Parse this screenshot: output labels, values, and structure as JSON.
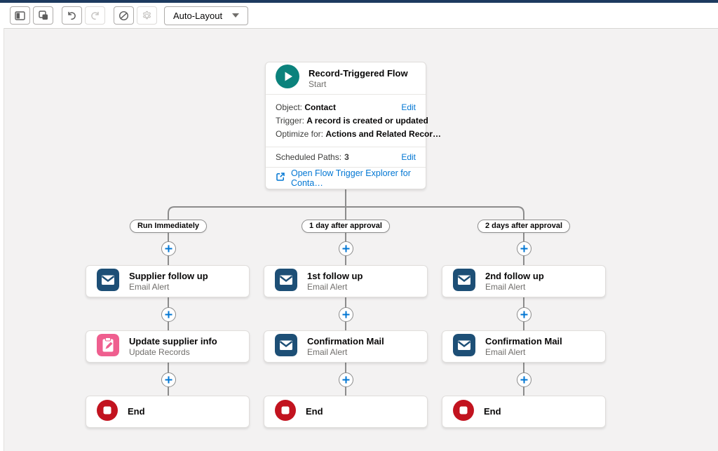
{
  "toolbar": {
    "buttons": [
      {
        "name": "toggle-left-panel",
        "disabled": false
      },
      {
        "name": "copy-elements",
        "disabled": false
      },
      {
        "name": "undo",
        "disabled": false
      },
      {
        "name": "redo",
        "disabled": true
      },
      {
        "name": "cut-disable",
        "disabled": false
      },
      {
        "name": "settings",
        "disabled": true
      }
    ],
    "layout_select": {
      "value": "Auto-Layout"
    }
  },
  "start_node": {
    "title": "Record-Triggered Flow",
    "subtitle": "Start",
    "rows": [
      {
        "label": "Object:",
        "value": "Contact"
      },
      {
        "label": "Trigger:",
        "value": "A record is created or updated"
      },
      {
        "label": "Optimize for:",
        "value": "Actions and Related Recor…"
      }
    ],
    "edit_label": "Edit",
    "scheduled_paths_label": "Scheduled Paths:",
    "scheduled_paths_count": "3",
    "explorer_link_label": "Open Flow Trigger Explorer for Conta…"
  },
  "paths": [
    {
      "label": "Run Immediately",
      "nodes": [
        {
          "title": "Supplier follow up",
          "subtitle": "Email Alert",
          "icon": "email-alert-icon"
        },
        {
          "title": "Update supplier info",
          "subtitle": "Update Records",
          "icon": "update-records-icon"
        },
        {
          "title": "End",
          "subtitle": "",
          "icon": "end-icon"
        }
      ]
    },
    {
      "label": "1 day after approval",
      "nodes": [
        {
          "title": "1st follow up",
          "subtitle": "Email Alert",
          "icon": "email-alert-icon"
        },
        {
          "title": "Confirmation Mail",
          "subtitle": "Email Alert",
          "icon": "email-alert-icon"
        },
        {
          "title": "End",
          "subtitle": "",
          "icon": "end-icon"
        }
      ]
    },
    {
      "label": "2 days after approval",
      "nodes": [
        {
          "title": "2nd follow up",
          "subtitle": "Email Alert",
          "icon": "email-alert-icon"
        },
        {
          "title": "Confirmation Mail",
          "subtitle": "Email Alert",
          "icon": "email-alert-icon"
        },
        {
          "title": "End",
          "subtitle": "",
          "icon": "end-icon"
        }
      ]
    }
  ],
  "colors": {
    "accent_blue": "#0176d3",
    "start_teal": "#0b827c",
    "email_navy": "#1d4f76",
    "update_pink": "#ef5f8f",
    "end_red": "#c2131f",
    "connector_grey": "#8c8c8c",
    "top_strip_navy": "#1d3a5f"
  }
}
